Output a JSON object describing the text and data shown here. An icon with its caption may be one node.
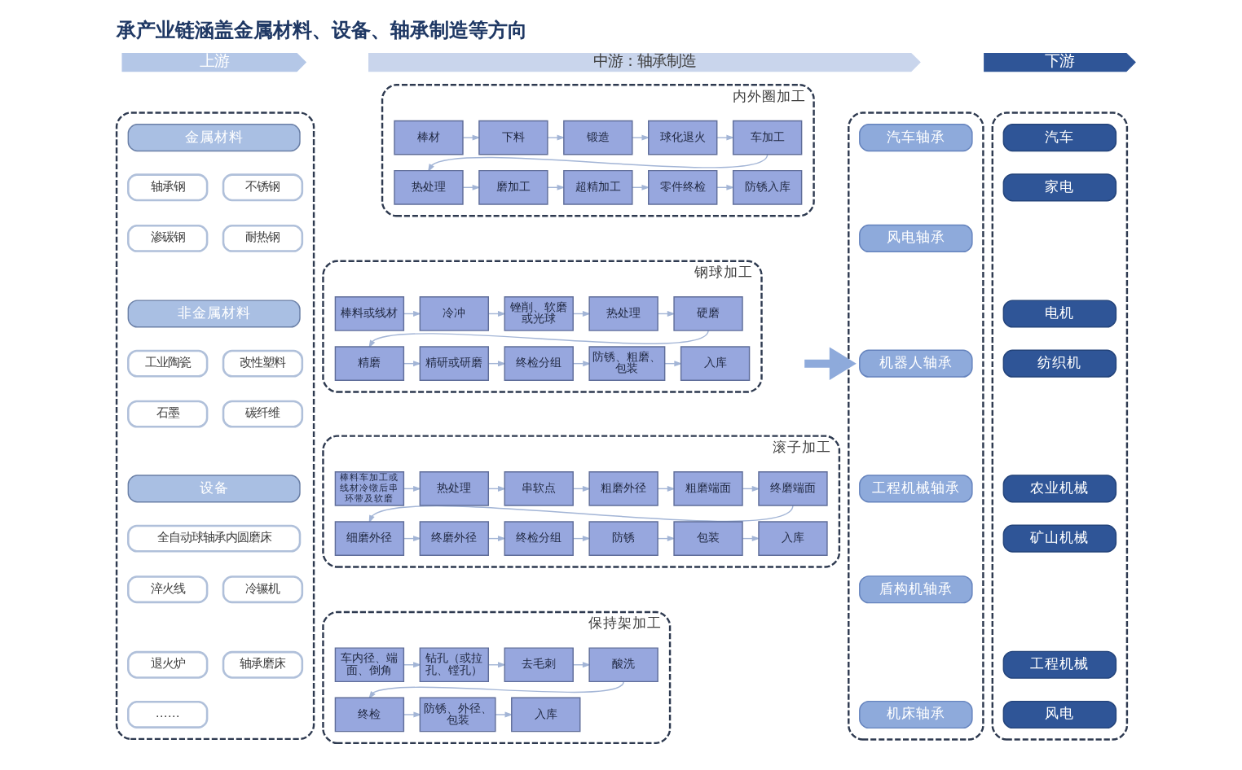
{
  "diagram": {
    "title": "承产业链涵盖金属材料、设备、轴承制造等方向",
    "nodes": [
      {
        "text": [
          "上游"
        ]
      },
      {
        "text": [
          "中游：轴承制造"
        ]
      },
      {
        "text": [
          "下游"
        ]
      },
      {
        "text": [],
        "shape": "box"
      },
      {
        "text": [
          "金属材料"
        ],
        "in": 3
      },
      {
        "text": [
          "轴承钢"
        ],
        "in": 3
      },
      {
        "text": [
          "不锈钢"
        ],
        "in": 3
      },
      {
        "text": [
          "渗碳钢"
        ],
        "in": 3
      },
      {
        "text": [
          "耐热钢"
        ],
        "in": 3
      },
      {
        "text": [
          "非金属材料"
        ],
        "in": 3
      },
      {
        "text": [
          "工业陶瓷"
        ],
        "in": 3
      },
      {
        "text": [
          "改性塑料"
        ],
        "in": 3
      },
      {
        "text": [
          "石墨"
        ],
        "in": 3
      },
      {
        "text": [
          "碳纤维"
        ],
        "in": 3
      },
      {
        "text": [
          "设备"
        ],
        "in": 3
      },
      {
        "text": [
          "全自动球轴承内圆磨床"
        ],
        "in": 3
      },
      {
        "text": [
          "淬火线"
        ],
        "in": 3
      },
      {
        "text": [
          "冷辗机"
        ],
        "in": 3
      },
      {
        "text": [
          "退火炉"
        ],
        "in": 3
      },
      {
        "text": [
          "轴承磨床"
        ],
        "in": 3
      },
      {
        "text": [
          "……"
        ],
        "in": 3
      },
      {
        "text": [
          "内外圈加工"
        ]
      },
      {
        "text": [
          "棒材"
        ],
        "in": 21
      },
      {
        "text": [
          "下料"
        ],
        "in": 21
      },
      {
        "text": [
          "锻造"
        ],
        "in": 21
      },
      {
        "text": [
          "球化退火"
        ],
        "in": 21
      },
      {
        "text": [
          "车加工"
        ],
        "in": 21
      },
      {
        "text": [
          "热处理"
        ],
        "in": 21
      },
      {
        "text": [
          "磨加工"
        ],
        "in": 21
      },
      {
        "text": [
          "超精加工"
        ],
        "in": 21
      },
      {
        "text": [
          "零件终检"
        ],
        "in": 21
      },
      {
        "text": [
          "防锈入库"
        ],
        "in": 21
      },
      {
        "text": [
          "钢球加工"
        ]
      },
      {
        "text": [
          "棒料或线材"
        ],
        "in": 32
      },
      {
        "text": [
          "冷冲"
        ],
        "in": 32
      },
      {
        "text": [
          "锉削、软磨或光球"
        ],
        "in": 32
      },
      {
        "text": [
          "热处理"
        ],
        "in": 32
      },
      {
        "text": [
          "硬磨"
        ],
        "in": 32
      },
      {
        "text": [
          "精磨"
        ],
        "in": 32
      },
      {
        "text": [
          "精研或研磨"
        ],
        "in": 32
      },
      {
        "text": [
          "终检分组"
        ],
        "in": 32
      },
      {
        "text": [
          "防锈、粗磨、包装"
        ],
        "in": 32
      },
      {
        "text": [
          "入库"
        ],
        "in": 32
      },
      {
        "text": [
          "滚子加工"
        ]
      },
      {
        "text": [
          "棒料车加工或线材冷镦后串环带及软磨"
        ],
        "in": 43
      },
      {
        "text": [
          "热处理"
        ],
        "in": 43
      },
      {
        "text": [
          "串软点"
        ],
        "in": 43
      },
      {
        "text": [
          "粗磨外径"
        ],
        "in": 43
      },
      {
        "text": [
          "粗磨端面"
        ],
        "in": 43
      },
      {
        "text": [
          "终磨端面"
        ],
        "in": 43
      },
      {
        "text": [
          "细磨外径"
        ],
        "in": 43
      },
      {
        "text": [
          "终磨外径"
        ],
        "in": 43
      },
      {
        "text": [
          "终检分组"
        ],
        "in": 43
      },
      {
        "text": [
          "防锈"
        ],
        "in": 43
      },
      {
        "text": [
          "包装"
        ],
        "in": 43
      },
      {
        "text": [
          "入库"
        ],
        "in": 43
      },
      {
        "text": [
          "保持架加工"
        ]
      },
      {
        "text": [
          "车内径、端面、倒角"
        ],
        "in": 56
      },
      {
        "text": [
          "钻孔（或拉孔、镗孔）"
        ],
        "in": 56
      },
      {
        "text": [
          "去毛刺"
        ],
        "in": 56
      },
      {
        "text": [
          "酸洗"
        ],
        "in": 56
      },
      {
        "text": [
          "终检"
        ],
        "in": 56
      },
      {
        "text": [
          "防锈、外径、包装"
        ],
        "in": 56
      },
      {
        "text": [
          "入库"
        ],
        "in": 56
      },
      {
        "text": [],
        "shape": "box"
      },
      {
        "text": [
          "汽车轴承"
        ],
        "in": 64
      },
      {
        "text": [
          "风电轴承"
        ],
        "in": 64
      },
      {
        "text": [
          "机器人轴承"
        ],
        "in": 64
      },
      {
        "text": [
          "工程机械轴承"
        ],
        "in": 64
      },
      {
        "text": [
          "盾构机轴承"
        ],
        "in": 64
      },
      {
        "text": [
          "机床轴承"
        ],
        "in": 64
      },
      {
        "text": [],
        "shape": "box"
      },
      {
        "text": [
          "汽车"
        ],
        "in": 71
      },
      {
        "text": [
          "家电"
        ],
        "in": 71
      },
      {
        "text": [
          "电机"
        ],
        "in": 71
      },
      {
        "text": [
          "纺织机"
        ],
        "in": 71
      },
      {
        "text": [
          "农业机械"
        ],
        "in": 71
      },
      {
        "text": [
          "矿山机械"
        ],
        "in": 71
      },
      {
        "text": [
          "工程机械"
        ],
        "in": 71
      },
      {
        "text": [
          "风电"
        ],
        "in": 71
      }
    ],
    "edges": [
      {
        "from": 22,
        "to": 23,
        "arrow": "to"
      },
      {
        "from": 23,
        "to": 24,
        "arrow": "to"
      },
      {
        "from": 24,
        "to": 25,
        "arrow": "to"
      },
      {
        "from": 25,
        "to": 26,
        "arrow": "to"
      },
      {
        "from": 26,
        "to": 27,
        "arrow": "to"
      },
      {
        "from": 27,
        "to": 28,
        "arrow": "to"
      },
      {
        "from": 28,
        "to": 29,
        "arrow": "to"
      },
      {
        "from": 29,
        "to": 30,
        "arrow": "to"
      },
      {
        "from": 30,
        "to": 31,
        "arrow": "to"
      },
      {
        "from": 33,
        "to": 34,
        "arrow": "to"
      },
      {
        "from": 34,
        "to": 35,
        "arrow": "to"
      },
      {
        "from": 35,
        "to": 36,
        "arrow": "to"
      },
      {
        "from": 36,
        "to": 37,
        "arrow": "to"
      },
      {
        "from": 37,
        "to": 38,
        "arrow": "to"
      },
      {
        "from": 38,
        "to": 39,
        "arrow": "to"
      },
      {
        "from": 39,
        "to": 40,
        "arrow": "to"
      },
      {
        "from": 40,
        "to": 41,
        "arrow": "to"
      },
      {
        "from": 41,
        "to": 42,
        "arrow": "to"
      },
      {
        "from": 44,
        "to": 45,
        "arrow": "to"
      },
      {
        "from": 45,
        "to": 46,
        "arrow": "to"
      },
      {
        "from": 46,
        "to": 47,
        "arrow": "to"
      },
      {
        "from": 47,
        "to": 48,
        "arrow": "to"
      },
      {
        "from": 48,
        "to": 49,
        "arrow": "to"
      },
      {
        "from": 49,
        "to": 50,
        "arrow": "to"
      },
      {
        "from": 50,
        "to": 51,
        "arrow": "to"
      },
      {
        "from": 51,
        "to": 52,
        "arrow": "to"
      },
      {
        "from": 52,
        "to": 53,
        "arrow": "to"
      },
      {
        "from": 53,
        "to": 54,
        "arrow": "to"
      },
      {
        "from": 54,
        "to": 55,
        "arrow": "to"
      },
      {
        "from": 57,
        "to": 58,
        "arrow": "to"
      },
      {
        "from": 58,
        "to": 59,
        "arrow": "to"
      },
      {
        "from": 59,
        "to": 60,
        "arrow": "to"
      },
      {
        "from": 60,
        "to": 61,
        "arrow": "to"
      },
      {
        "from": 61,
        "to": 62,
        "arrow": "to"
      },
      {
        "from": 62,
        "to": 63,
        "arrow": "to"
      },
      {
        "from": null,
        "to": 64,
        "arrow": "to",
        "style": "thick",
        "color": "#8eaadb"
      }
    ]
  }
}
